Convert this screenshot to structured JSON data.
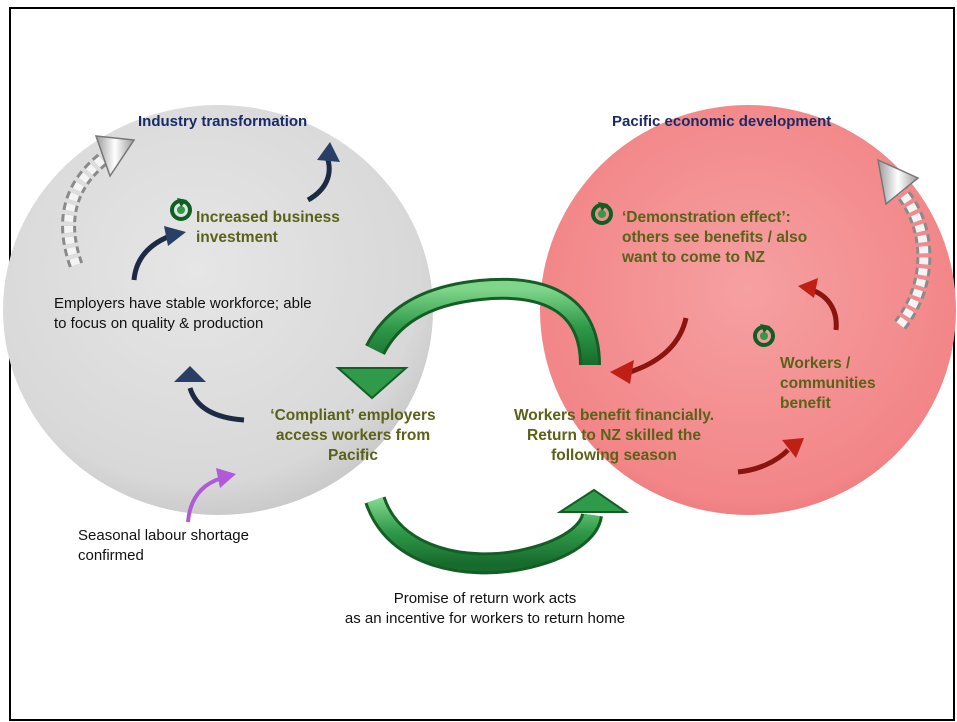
{
  "left_circle": {
    "title": "Industry transformation",
    "increased_investment": [
      "Increased business",
      "investment"
    ],
    "stable_workforce": [
      "Employers have stable workforce; able",
      "to focus on quality & production"
    ],
    "compliant_employers": [
      "‘Compliant’ employers",
      "access workers from",
      "Pacific"
    ]
  },
  "right_circle": {
    "title": "Pacific economic development",
    "demonstration_effect": [
      "‘Demonstration effect’:",
      "others see benefits / also",
      "want to come to NZ"
    ],
    "communities_benefit": [
      "Workers /",
      "communities",
      "benefit"
    ],
    "workers_benefit": [
      "Workers benefit financially.",
      "Return to NZ skilled the",
      "following season"
    ]
  },
  "outside": {
    "labour_shortage": [
      "Seasonal labour shortage",
      "confirmed"
    ],
    "promise": [
      "Promise of return work acts",
      "as an incentive for workers to return home"
    ]
  },
  "colors": {
    "left_circle": "#dcdcdc",
    "right_circle": "#f4888a",
    "heading": "#1a2a66",
    "olive_text": "#5a6218",
    "big_arrow_green": "#2f9a4a",
    "dark_arrow": "#1d2a44",
    "red_arrow": "#a51a12",
    "purple_arrow": "#b05ad8"
  },
  "icons": [
    "cycle-icon",
    "curved-arrow-icon"
  ]
}
